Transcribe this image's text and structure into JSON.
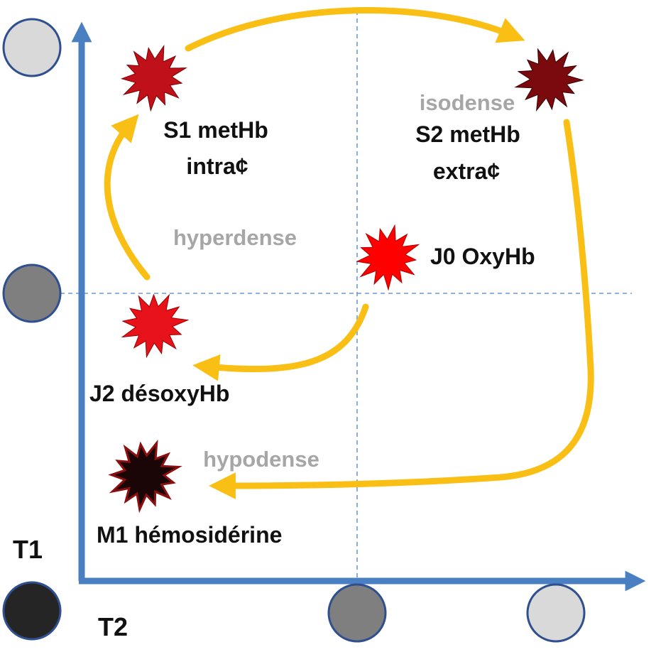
{
  "axes": {
    "y_label": "T1",
    "x_label": "T2"
  },
  "stages": {
    "j0": {
      "name": "J0 OxyHb",
      "color": "#ff0000"
    },
    "j2": {
      "name": "J2 désoxyHb",
      "color": "#e8121a"
    },
    "s1": {
      "line1": "S1 metHb",
      "line2": "intra¢",
      "color": "#c0101a"
    },
    "s2": {
      "line1": "S2 metHb",
      "line2": "extra¢",
      "color": "#7a0a0e"
    },
    "m1": {
      "name": "M1 hémosidérine",
      "color": "#1a0606"
    }
  },
  "density": {
    "hyperdense": "hyperdense",
    "isodense": "isodense",
    "hypodense": "hypodense"
  },
  "legend_circles": {
    "dark": "#252525",
    "mid": "#7f7f7f",
    "light": "#d9d9d9",
    "border": "#2f4f8f"
  },
  "colors": {
    "axis": "#4a7fc1",
    "arrow": "#f9bf15",
    "grid": "#6a9ad0"
  }
}
